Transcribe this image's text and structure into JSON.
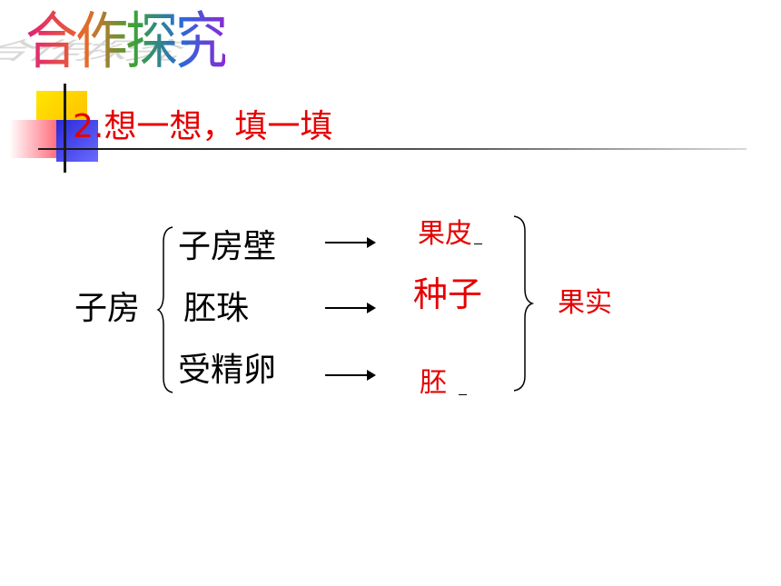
{
  "header": {
    "wordart_title": "合作探究",
    "subtitle": "2.想一想，填一填"
  },
  "diagram": {
    "root": "子房",
    "parts": [
      "子房壁",
      "胚珠",
      "受精卵"
    ],
    "results": [
      "果皮",
      "种子",
      "胚"
    ],
    "combined": "果实"
  },
  "colors": {
    "answer": "#e60000",
    "text": "#000000"
  }
}
